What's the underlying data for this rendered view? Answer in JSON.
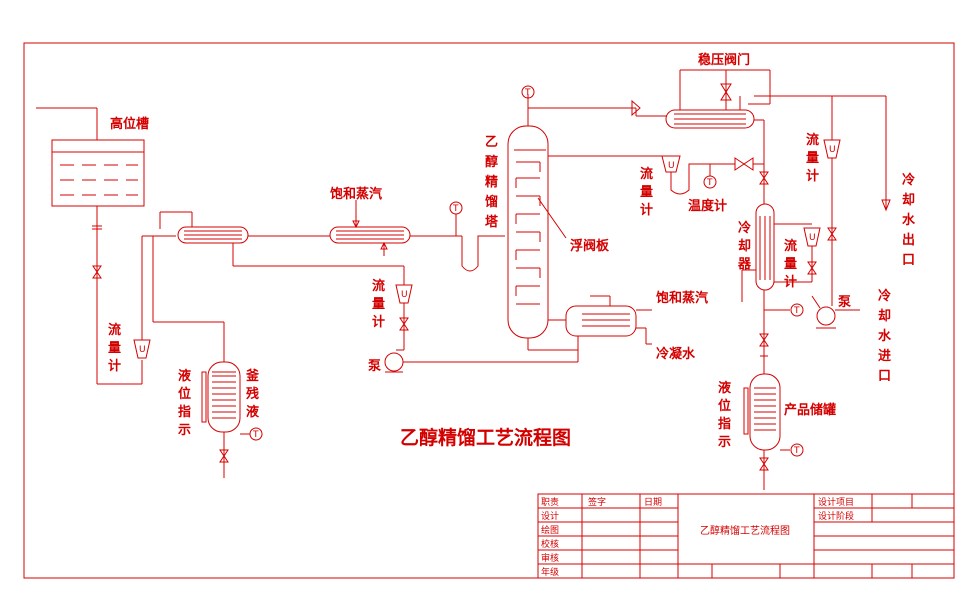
{
  "colors": {
    "line": "#d40000",
    "background": "#ffffff"
  },
  "title": "乙醇精馏工艺流程图",
  "labels": {
    "high_tank": "高位槽",
    "flow_left": "流量计",
    "level_left": "液位指示",
    "residue": "釜残液",
    "steam_mid": "饱和蒸汽",
    "flow_mid": "流量计",
    "pump_mid": "泵",
    "column": "乙醇精馏塔",
    "float_valve_plate": "浮阀板",
    "flow_top": "流量计",
    "temp_gauge": "温度计",
    "steam_right": "饱和蒸汽",
    "condensate": "冷凝水",
    "pressure_valve": "稳压阀门",
    "flow_right_top": "流量计",
    "cooler": "冷却器",
    "flow_right": "流量计",
    "cool_water_out": "冷却水出口",
    "pump_right": "泵",
    "cool_water_in": "冷却水进口",
    "level_right": "液位指示",
    "product_tank": "产品储罐",
    "T": "T",
    "U": "U"
  },
  "title_block": {
    "col_headers": [
      "签字",
      "日期"
    ],
    "rows": [
      "职责",
      "设计",
      "绘图",
      "校核",
      "审核",
      "年级"
    ],
    "center": "乙醇精馏工艺流程图",
    "right": [
      "设计项目",
      "设计阶段"
    ]
  }
}
